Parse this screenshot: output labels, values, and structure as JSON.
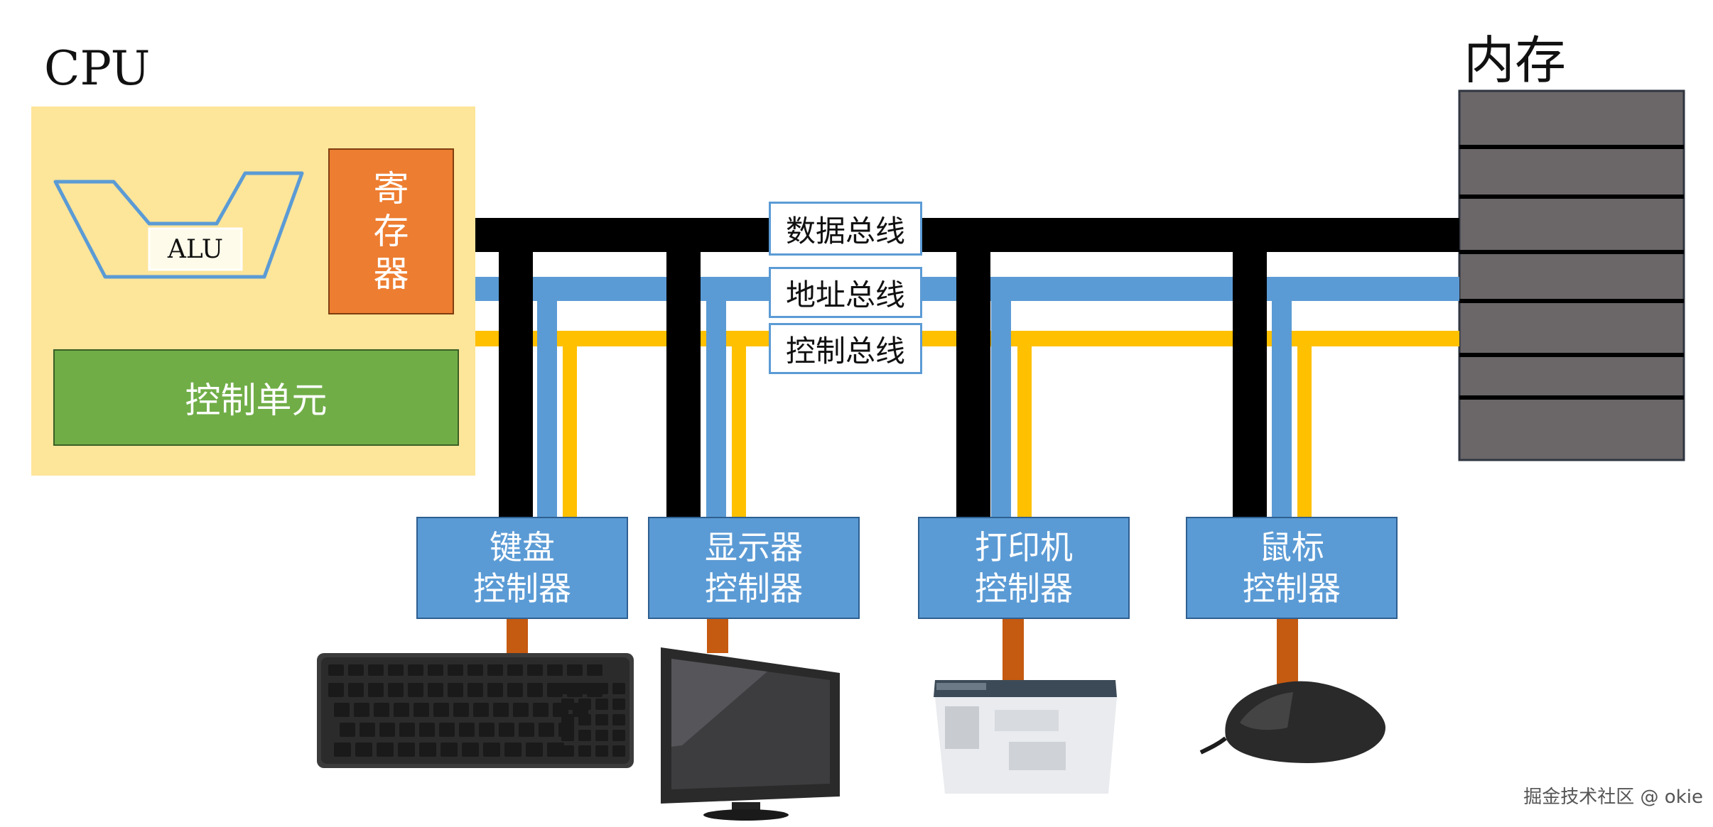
{
  "cpu": {
    "title": "CPU",
    "alu_label": "ALU",
    "register_label": "寄\n存\n器",
    "control_unit_label": "控制单元"
  },
  "memory": {
    "title": "内存"
  },
  "buses": {
    "data_bus_label": "数据总线",
    "address_bus_label": "地址总线",
    "control_bus_label": "控制总线"
  },
  "controllers": [
    {
      "line1": "键盘",
      "line2": "控制器"
    },
    {
      "line1": "显示器",
      "line2": "控制器"
    },
    {
      "line1": "打印机",
      "line2": "控制器"
    },
    {
      "line1": "鼠标",
      "line2": "控制器"
    }
  ],
  "watermark": "掘金技术社区 @ okie",
  "colors": {
    "cpu_bg": "#fde59a",
    "register": "#ed7d31",
    "control_unit": "#70ad47",
    "data_bus": "#000000",
    "address_bus": "#5b9bd5",
    "control_bus": "#ffc000",
    "controller": "#5b9bd5",
    "device_link": "#c55a11",
    "memory": "#6b6768"
  }
}
